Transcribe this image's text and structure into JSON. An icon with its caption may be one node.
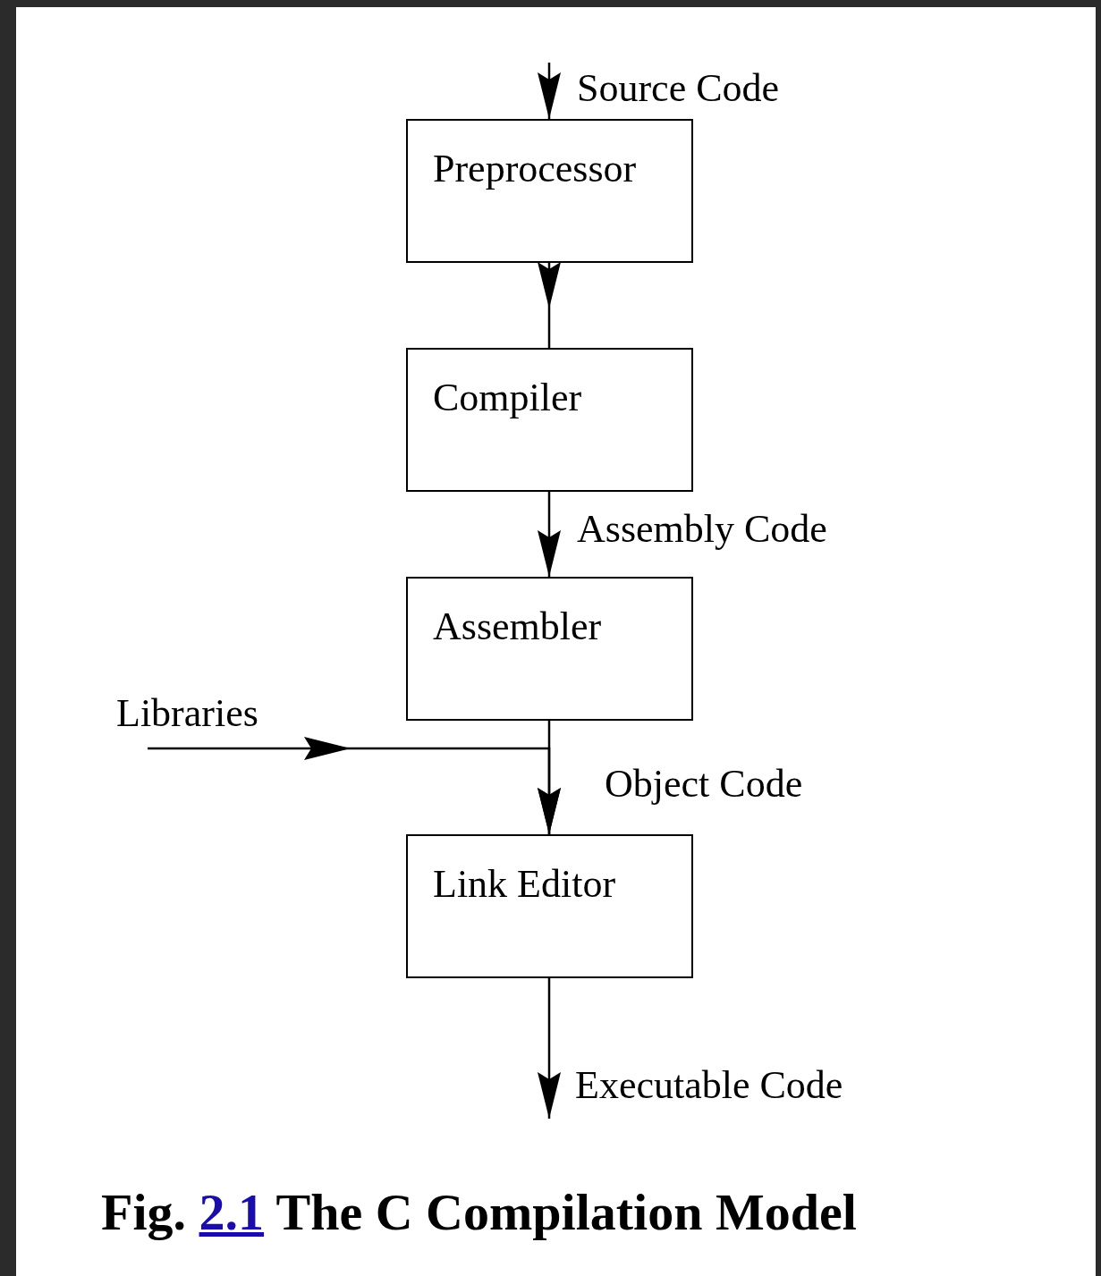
{
  "diagram": {
    "caption": "Fig. 2.1 The C Compilation Model",
    "nodes": [
      {
        "text": [
          "Preprocessor"
        ]
      },
      {
        "text": [
          "Compiler"
        ]
      },
      {
        "text": [
          "Assembler"
        ]
      },
      {
        "text": [
          "Link Editor"
        ]
      },
      {
        "text": [
          "Libraries"
        ]
      }
    ],
    "edges": [
      {
        "from": null,
        "to": 0,
        "arrow": "to",
        "label": "Source Code"
      },
      {
        "from": 0,
        "to": 1,
        "arrow": "to"
      },
      {
        "from": 1,
        "to": 2,
        "arrow": "to",
        "label": "Assembly Code"
      },
      {
        "from": 2,
        "to": 3,
        "arrow": "to",
        "label": "Object Code"
      },
      {
        "from": 4,
        "to": 3,
        "arrow": "to"
      },
      {
        "from": 3,
        "to": null,
        "arrow": "to",
        "label": "Executable Code"
      }
    ]
  }
}
